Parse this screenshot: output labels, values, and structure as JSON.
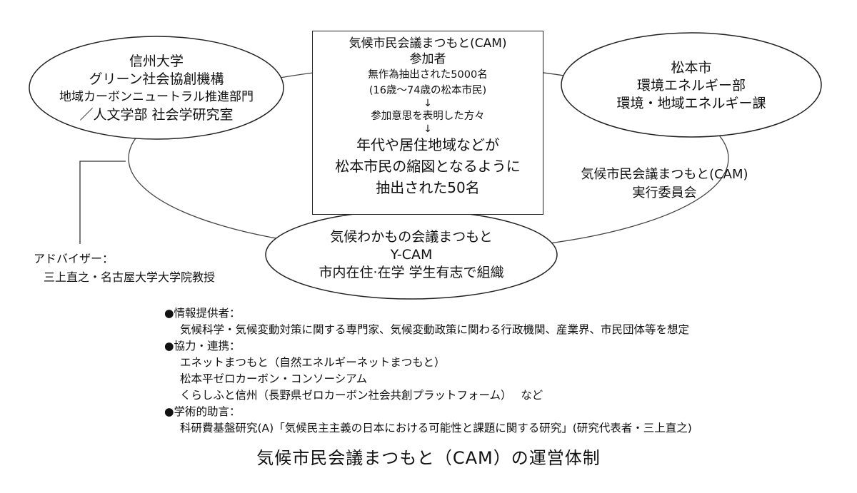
{
  "shinshu": {
    "lines": [
      "信州大学",
      "グリーン社会協創機構",
      "地域カーボンニュートラル推進部門",
      "／人文学部 社会学研究室"
    ]
  },
  "matsumoto_city": {
    "lines": [
      "松本市",
      "環境エネルギー部",
      "環境・地域エネルギー課"
    ]
  },
  "center_box": {
    "title": "気候市民会議まつもと(CAM)",
    "participants": "参加者",
    "random": "無作為抽出された5000名",
    "age": "(16歳〜74歳の松本市民)",
    "arrow1": "↓",
    "volunteered": "参加意思を表明した方々",
    "arrow2": "↓",
    "selected": [
      "年代や居住地域などが",
      "松本市民の縮図となるように",
      "抽出された50名"
    ]
  },
  "exec_committee": {
    "lines": [
      "気候市民会議まつもと(CAM)",
      "実行委員会"
    ]
  },
  "ycam": {
    "lines": [
      "気候わかもの会議まつもと",
      "Y-CAM",
      "市内在住·在学 学生有志で組織"
    ]
  },
  "advisor": {
    "label": "アドバイザー：",
    "name": "三上直之・名古屋大学大学院教授"
  },
  "notes": {
    "info_heading": "●情報提供者：",
    "info_body": "気候科学・気候変動対策に関する専門家、気候変動政策に関わる行政機関、産業界、市民団体等を想定",
    "coop_heading": "●協力・連携：",
    "coop_items": [
      "エネットまつもと（自然エネルギーネットまつもと）",
      "松本平ゼロカーボン・コンソーシアム",
      "くらしふと信州（長野県ゼロカーボン社会共創プラットフォーム）　 など"
    ],
    "academic_heading": "●学術的助言：",
    "academic_body": "科研費基盤研究(A)「気候民主主義の日本における可能性と課題に関する研究」(研究代表者・三上直之)"
  },
  "caption": "気候市民会議まつもと（CAM）の運営体制"
}
